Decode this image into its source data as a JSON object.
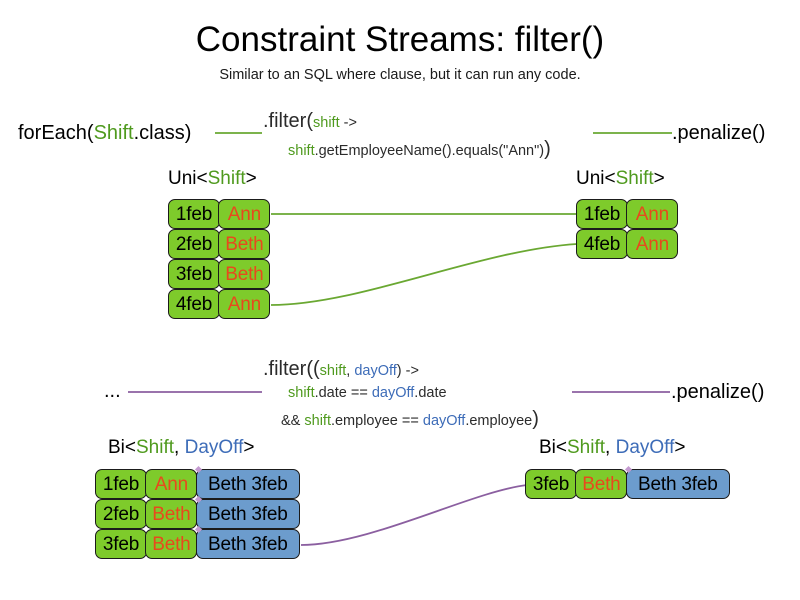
{
  "slide": {
    "title": "Constraint Streams: filter()",
    "subtitle": "Similar to an SQL where clause, but it can run any code."
  },
  "uni_pipeline": {
    "source_label_pre": "forEach(",
    "source_label_type": "Shift",
    "source_label_post": ".class)",
    "filter": {
      "line1_head": ".filter(",
      "line1_var": "shift",
      "line1_tail": " ->",
      "line2_var": "shift",
      "line2_tail": ".getEmployeeName().equals(\"Ann\")",
      "line2_close": ")"
    },
    "terminal_label": ".penalize()",
    "input": {
      "type_label_pre": "Uni<",
      "type_label_generic": "Shift",
      "type_label_post": ">",
      "rows": [
        {
          "date": "1feb",
          "name": "Ann"
        },
        {
          "date": "2feb",
          "name": "Beth"
        },
        {
          "date": "3feb",
          "name": "Beth"
        },
        {
          "date": "4feb",
          "name": "Ann"
        }
      ]
    },
    "output": {
      "type_label_pre": "Uni<",
      "type_label_generic": "Shift",
      "type_label_post": ">",
      "rows": [
        {
          "date": "1feb",
          "name": "Ann"
        },
        {
          "date": "4feb",
          "name": "Ann"
        }
      ]
    }
  },
  "bi_pipeline": {
    "source_label": "...",
    "filter": {
      "line1_head": ".filter((",
      "line1_var1": "shift",
      "line1_sep": ", ",
      "line1_var2": "dayOff",
      "line1_tail": ") ->",
      "line2_var1": "shift",
      "line2_mid": ".date == ",
      "line2_var2": "dayOff",
      "line2_tail": ".date",
      "line3_head": "&& ",
      "line3_var1": "shift",
      "line3_mid": ".employee == ",
      "line3_var2": "dayOff",
      "line3_tail": ".employee",
      "line3_close": ")"
    },
    "terminal_label": ".penalize()",
    "input": {
      "type_label_pre": "Bi<",
      "type_label_generic1": "Shift",
      "type_label_sep": ", ",
      "type_label_generic2": "DayOff",
      "type_label_post": ">",
      "rows": [
        {
          "date": "1feb",
          "name": "Ann",
          "pair": "Beth 3feb"
        },
        {
          "date": "2feb",
          "name": "Beth",
          "pair": "Beth 3feb"
        },
        {
          "date": "3feb",
          "name": "Beth",
          "pair": "Beth 3feb"
        }
      ]
    },
    "output": {
      "type_label_pre": "Bi<",
      "type_label_generic1": "Shift",
      "type_label_sep": ", ",
      "type_label_generic2": "DayOff",
      "type_label_post": ">",
      "rows": [
        {
          "date": "3feb",
          "name": "Beth",
          "pair": "Beth 3feb"
        }
      ]
    }
  },
  "colors": {
    "shift_green": "#4f9a1e",
    "dayoff_blue": "#3d6cb8",
    "cell_green": "#7ecb2b",
    "cell_blue": "#6c9ccd",
    "name_orange": "#e8491d",
    "wire_green": "#6aa832",
    "wire_purple": "#8b5fa0"
  }
}
